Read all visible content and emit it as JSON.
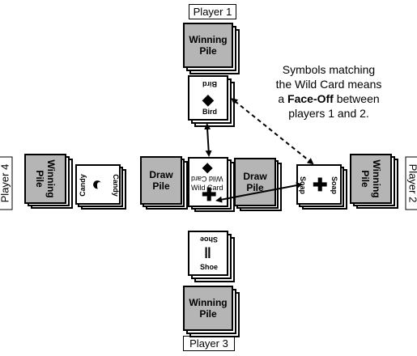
{
  "players": {
    "p1": "Player 1",
    "p2": "Player 2",
    "p3": "Player 3",
    "p4": "Player 4"
  },
  "piles": {
    "winning": "Winning Pile",
    "draw": "Draw Pile"
  },
  "cards": {
    "bird": "Bird",
    "wild": "Wild Card",
    "candy": "Candy",
    "soap": "Soap",
    "shoe": "Shoe"
  },
  "note": {
    "line1": "Symbols matching",
    "line2": "the Wild Card means",
    "line3_pre": "a ",
    "line3_bold": "Face-Off",
    "line3_post": " between",
    "line4": "players 1 and 2."
  }
}
